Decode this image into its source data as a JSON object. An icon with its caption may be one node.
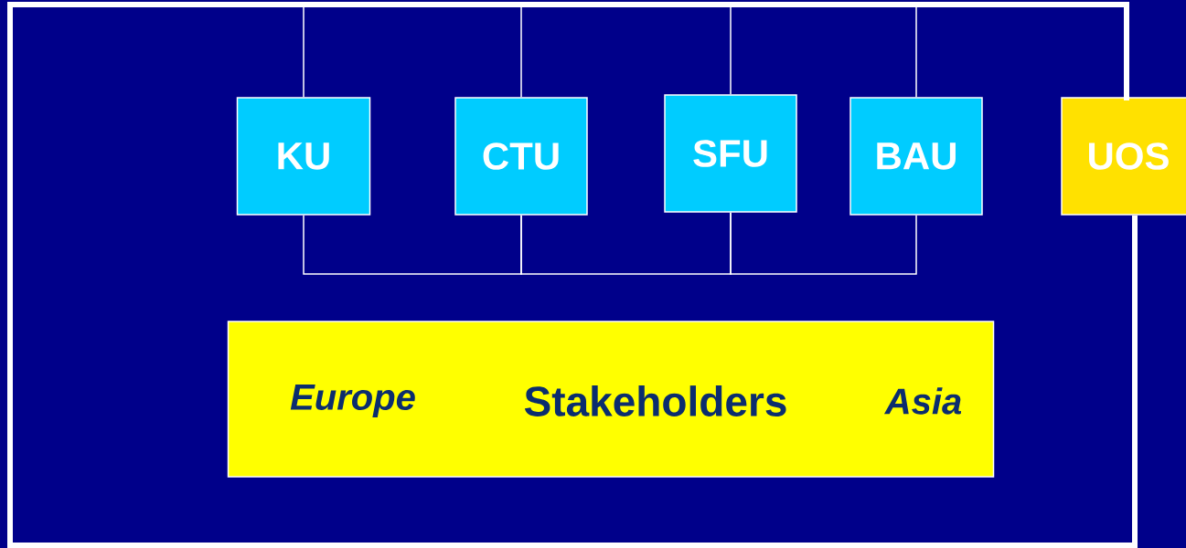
{
  "diagram": {
    "nodes": [
      {
        "text": [
          "KU"
        ]
      },
      {
        "text": [
          "CTU"
        ]
      },
      {
        "text": [
          "SFU"
        ]
      },
      {
        "text": [
          "BAU"
        ]
      },
      {
        "text": [
          "UOS"
        ]
      },
      {
        "text": [
          "Europe",
          "Stakeholders",
          "Asia"
        ]
      }
    ],
    "edges": [
      {
        "from": 0,
        "to": 4,
        "arrow": "none"
      },
      {
        "from": 1,
        "to": 4,
        "arrow": "none"
      },
      {
        "from": 2,
        "to": 4,
        "arrow": "none"
      },
      {
        "from": 3,
        "to": 4,
        "arrow": "none"
      },
      {
        "from": 0,
        "to": 1,
        "arrow": "none"
      },
      {
        "from": 1,
        "to": 2,
        "arrow": "none"
      },
      {
        "from": 2,
        "to": 3,
        "arrow": "none"
      }
    ]
  }
}
